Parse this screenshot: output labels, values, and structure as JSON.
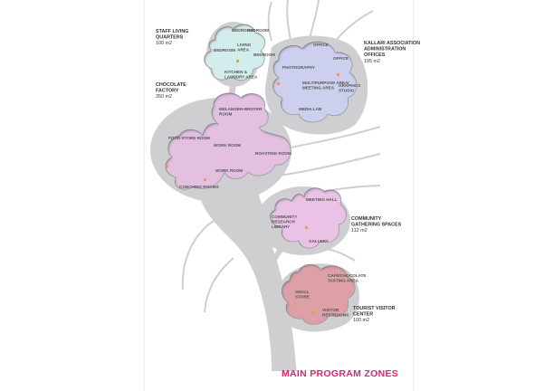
{
  "title": "MAIN PROGRAM ZONES",
  "zones": [
    {
      "id": "staff",
      "name_lines": [
        "STAFF LIVING",
        "QUARTERS"
      ],
      "area": "100 m2"
    },
    {
      "id": "kallari",
      "name_lines": [
        "KALLARI ASSOCIATION",
        "ADMINISTRATION",
        "OFFICES"
      ],
      "area": "195 m2"
    },
    {
      "id": "factory",
      "name_lines": [
        "CHOCOLATE",
        "FACTORY"
      ],
      "area": "350 m2"
    },
    {
      "id": "community",
      "name_lines": [
        "COMMUNITY",
        "GATHERING SPACES"
      ],
      "area": "112 m2"
    },
    {
      "id": "tourist",
      "name_lines": [
        "TOURIST VISITOR",
        "CENTER"
      ],
      "area": "100 m2"
    }
  ],
  "rooms": {
    "bedroom_1": [
      "BEDROOM"
    ],
    "bedroom_2": [
      "BEDROOM"
    ],
    "bedroom_3": [
      "BEDROOM"
    ],
    "bedroom_4": [
      "BEDROOM"
    ],
    "living_area": [
      "LIVING",
      "AREA"
    ],
    "kitchen": [
      "KITCHEN &",
      "LAUNDRY AREA"
    ],
    "office_1": [
      "OFFICE"
    ],
    "office_2": [
      "OFFICE"
    ],
    "photography": [
      "PHOTOGRAPHY"
    ],
    "multipurpose": [
      "MULTIPURPOSE AREA/",
      "MEETING AREA"
    ],
    "graphics": [
      "GRAPHICS",
      "STUDIO"
    ],
    "media_lab": [
      "MEDIA LAB"
    ],
    "melanger": [
      "MELANGER-BROYER",
      "ROOM"
    ],
    "food_store": [
      "FOOD STORE ROOM"
    ],
    "work_room_1": [
      "WORK ROOM"
    ],
    "roasting": [
      "ROASTING ROOM"
    ],
    "work_room_2": [
      "WORK ROOM"
    ],
    "conching": [
      "CONCHING ROOMS"
    ],
    "meeting_hall": [
      "MEETING HALL"
    ],
    "research": [
      "COMMUNITY",
      "RESEARCH",
      "LIBRARY"
    ],
    "gallery": [
      "GALLERY"
    ],
    "cafe": [
      "CAFE/CHOCOLATE",
      "TASTING AREA"
    ],
    "small_store": [
      "SMALL",
      "STORE"
    ],
    "restrooms": [
      "VISITOR",
      "RESTROOMS"
    ]
  },
  "colors": {
    "tree": "#cfcfd2",
    "pod_outline": "#9b9ba1",
    "staff": "#d3ecec",
    "kallari": "#ccd0ee",
    "factory": "#e3bfe0",
    "community": "#e9c2e6",
    "tourist": "#dda0a6",
    "title": "#d6286f",
    "marker": "#f0a030"
  }
}
